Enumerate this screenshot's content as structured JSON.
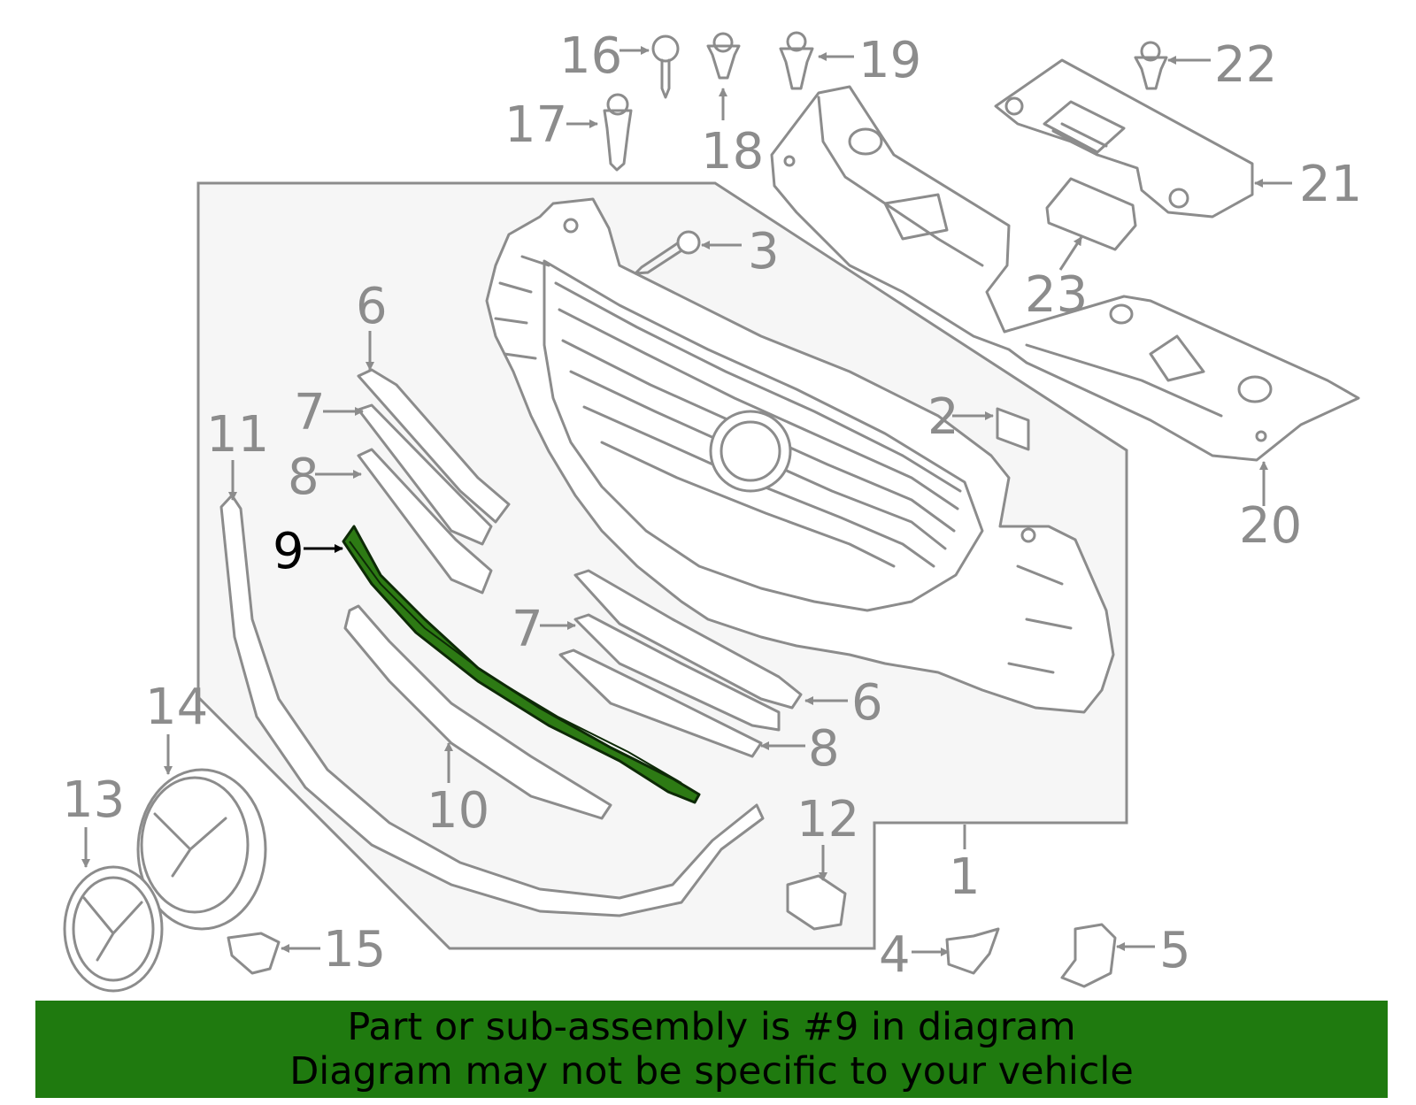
{
  "diagram": {
    "colors": {
      "outline": "#8c8c8c",
      "panel": "#f6f6f6",
      "highlight": "#2d7a14",
      "highlight_label": "#000000",
      "banner": "#1f7a0f"
    },
    "callouts": [
      "1",
      "2",
      "3",
      "4",
      "5",
      "6",
      "6",
      "7",
      "7",
      "8",
      "8",
      "9",
      "10",
      "11",
      "12",
      "13",
      "14",
      "15",
      "16",
      "17",
      "18",
      "19",
      "20",
      "21",
      "22",
      "23"
    ],
    "highlighted_part": "9"
  },
  "banner": {
    "line1": "Part or sub-assembly is #9 in diagram",
    "line2": "Diagram may not be specific to your vehicle"
  }
}
